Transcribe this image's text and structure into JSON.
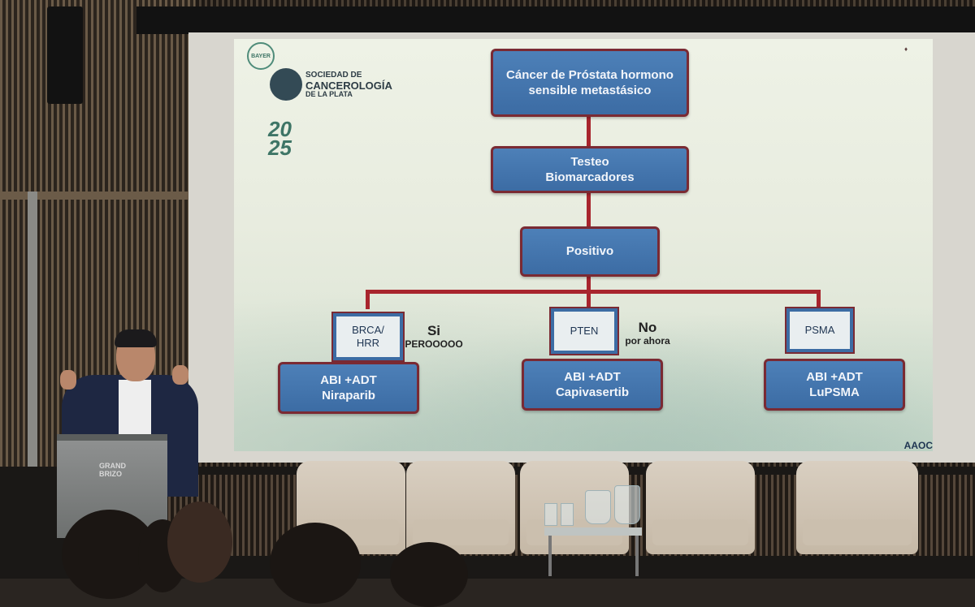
{
  "slide": {
    "flowchart": {
      "root": {
        "line1": "Cáncer de Próstata hormono",
        "line2": "sensible metastásico"
      },
      "testing": {
        "line1": "Testeo",
        "line2": "Biomarcadores"
      },
      "positive": "Positivo",
      "branches": [
        {
          "marker": {
            "line1": "BRCA/",
            "line2": "HRR"
          },
          "note": {
            "line1": "Si",
            "line2": "PEROOOOO"
          },
          "treatment": {
            "line1": "ABI +ADT",
            "line2": "Niraparib"
          }
        },
        {
          "marker": {
            "line1": "PTEN",
            "line2": ""
          },
          "note": {
            "line1": "No",
            "line2": "por ahora"
          },
          "treatment": {
            "line1": "ABI +ADT",
            "line2": "Capivasertib"
          }
        },
        {
          "marker": {
            "line1": "PSMA",
            "line2": ""
          },
          "note": {
            "line1": "",
            "line2": ""
          },
          "treatment": {
            "line1": "ABI +ADT",
            "line2": "LuPSMA"
          }
        }
      ]
    },
    "logos": {
      "bayer": "BAYER",
      "society_line1": "SOCIEDAD DE",
      "society_line2": "CANCEROLOGÍA",
      "society_line3": "DE LA PLATA",
      "year": {
        "top": "20",
        "bottom": "25"
      },
      "footer": "AAOC"
    }
  },
  "podium": {
    "line1": "GRAND",
    "line2": "BRIZO"
  },
  "colors": {
    "box_fill": "#3c6ca4",
    "connector": "#a8252d",
    "box_border": "#7a2a33"
  }
}
